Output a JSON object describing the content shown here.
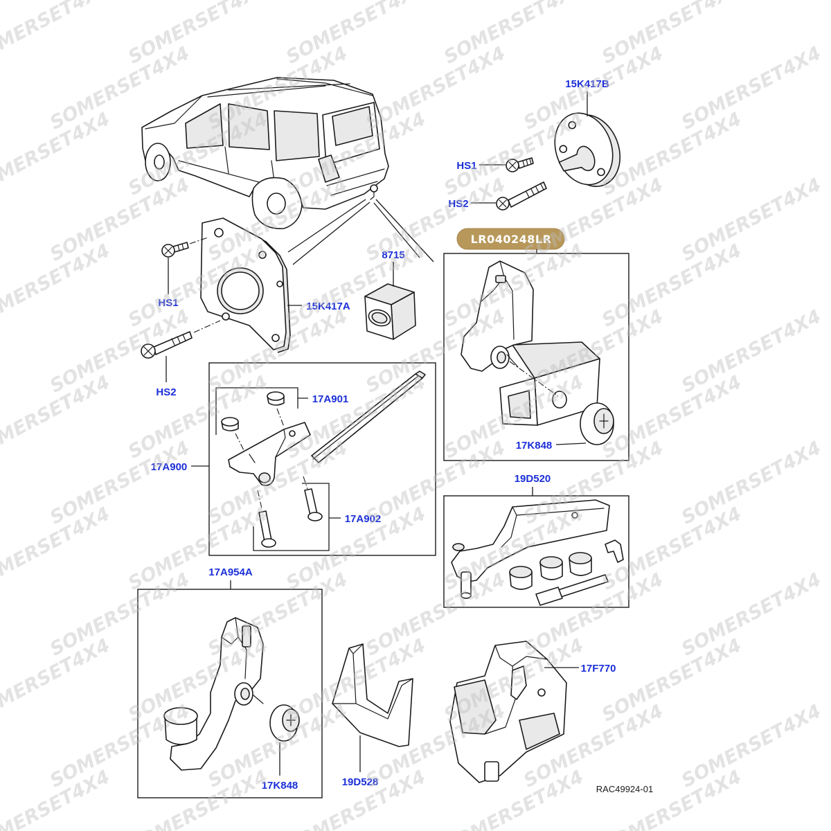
{
  "watermark": "SOMERSET4X4",
  "part_number_badge": "LR040248LR",
  "drawing_ref": "RAC49924-01",
  "callouts": {
    "flange_plate_b": "15K417B",
    "screw_hs1_top": "HS1",
    "screw_hs2_top": "HS2",
    "cap": "8715",
    "screw_hs1_left": "HS1",
    "flange_plate_a": "15K417A",
    "screw_hs2_left": "HS2",
    "bump_stop": "17A901",
    "bracket_kit": "17A900",
    "bolt": "17A902",
    "lock_barrel_top": "17K848",
    "electrics_kit": "19D520",
    "tow_ball_assembly": "17A954A",
    "lock_barrel_bottom": "17K848",
    "cover": "19D528",
    "mechanism": "17F770"
  },
  "colors": {
    "callout": "#1b2fd8",
    "badge": "#b8985a",
    "line_art": "#1a1a1a",
    "watermark": "#bdbdbd"
  }
}
